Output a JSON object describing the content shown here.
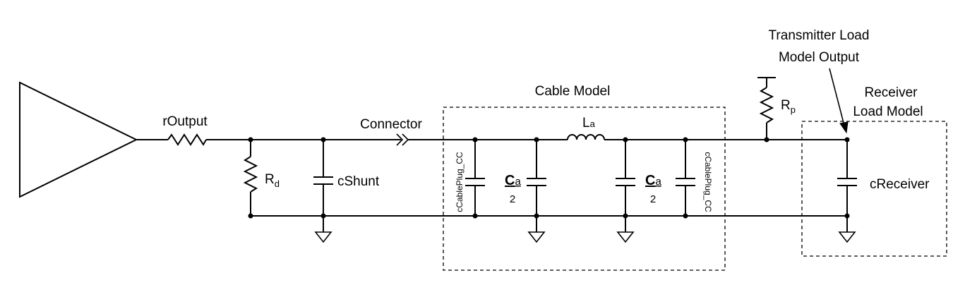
{
  "labels": {
    "r_output": "rOutput",
    "r_d_main": "R",
    "r_d_sub": "d",
    "c_shunt": "cShunt",
    "connector": "Connector",
    "cable_model": "Cable Model",
    "l_a_main": "L",
    "l_a_sub": "a",
    "c_cable_plug_left": "cCablePlug_CC",
    "c_cable_plug_right": "cCablePlug_CC",
    "c_a_left_num_main": "C",
    "c_a_left_num_sub": "a",
    "c_a_left_den": "2",
    "c_a_right_num_main": "C",
    "c_a_right_num_sub": "a",
    "c_a_right_den": "2",
    "r_p_main": "R",
    "r_p_sub": "p",
    "transmitter_line1": "Transmitter Load",
    "transmitter_line2": "Model Output",
    "receiver_line1": "Receiver",
    "receiver_line2": "Load Model",
    "c_receiver": "cReceiver"
  }
}
